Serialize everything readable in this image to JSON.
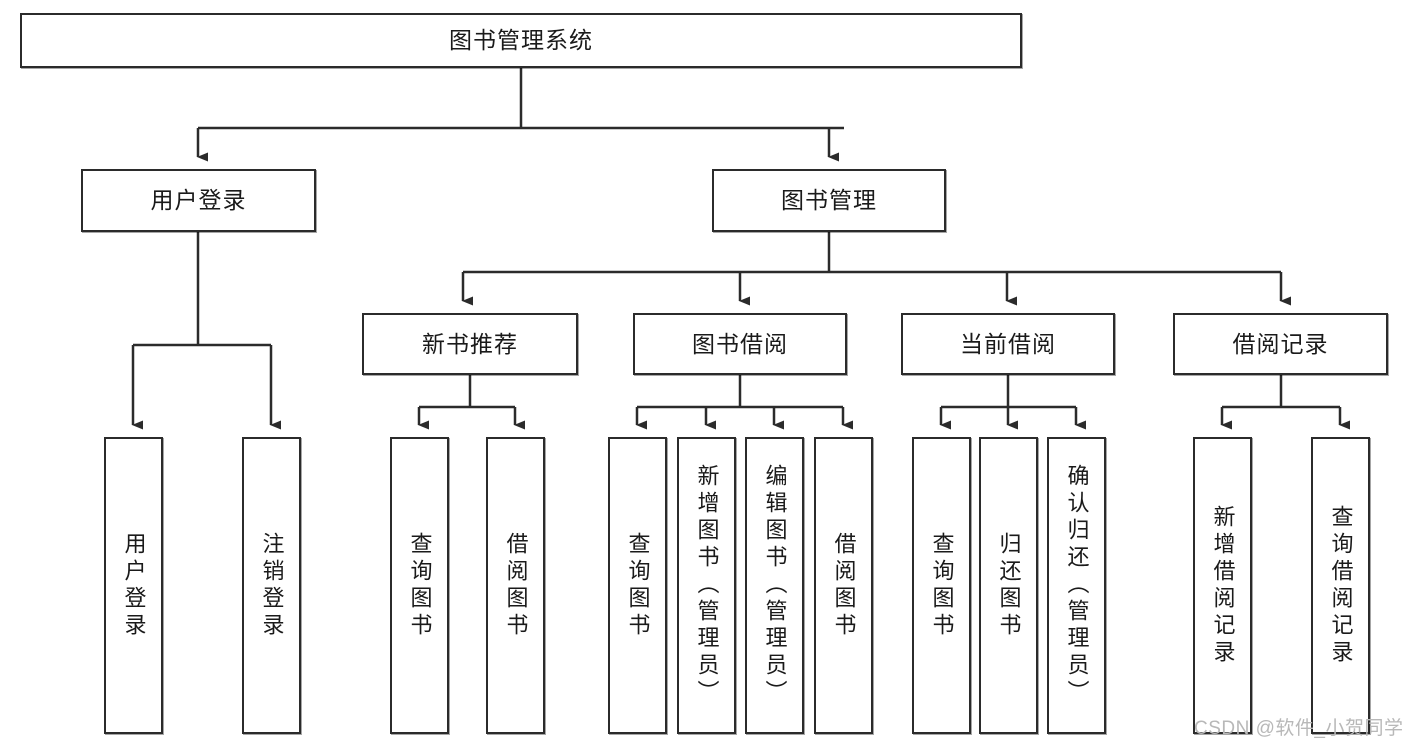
{
  "diagram": {
    "title": "图书管理系统",
    "type": "tree",
    "orientation": "top-down",
    "watermark": "CSDN @软件_小贺同学",
    "colors": {
      "box_border": "#2b2b2b",
      "box_fill": "#ffffff",
      "connector": "#2b2b2b",
      "text": "#1a1a1a",
      "watermark": "#b8b8b8"
    },
    "nodes": {
      "root": {
        "label": "图书管理系统"
      },
      "level2": [
        {
          "id": "user-login",
          "label": "用户登录"
        },
        {
          "id": "book-manage",
          "label": "图书管理"
        }
      ],
      "level3": [
        {
          "id": "new-book-recommend",
          "label": "新书推荐"
        },
        {
          "id": "book-borrow",
          "label": "图书借阅"
        },
        {
          "id": "current-borrow",
          "label": "当前借阅"
        },
        {
          "id": "borrow-record",
          "label": "借阅记录"
        }
      ],
      "leaves": {
        "user-login": [
          {
            "id": "leaf-user-login",
            "label": "用户登录"
          },
          {
            "id": "leaf-user-logout",
            "label": "注销登录"
          }
        ],
        "new-book-recommend": [
          {
            "id": "leaf-query-book-1",
            "label": "查询图书"
          },
          {
            "id": "leaf-borrow-book-1",
            "label": "借阅图书"
          }
        ],
        "book-borrow": [
          {
            "id": "leaf-query-book-2",
            "label": "查询图书"
          },
          {
            "id": "leaf-add-book",
            "label": "新增图书（管理员）"
          },
          {
            "id": "leaf-edit-book",
            "label": "编辑图书（管理员）"
          },
          {
            "id": "leaf-borrow-book-2",
            "label": "借阅图书"
          }
        ],
        "current-borrow": [
          {
            "id": "leaf-query-book-3",
            "label": "查询图书"
          },
          {
            "id": "leaf-return-book",
            "label": "归还图书"
          },
          {
            "id": "leaf-confirm-return",
            "label": "确认归还（管理员）"
          }
        ],
        "borrow-record": [
          {
            "id": "leaf-add-record",
            "label": "新增借阅记录"
          },
          {
            "id": "leaf-query-record",
            "label": "查询借阅记录"
          }
        ]
      }
    }
  }
}
